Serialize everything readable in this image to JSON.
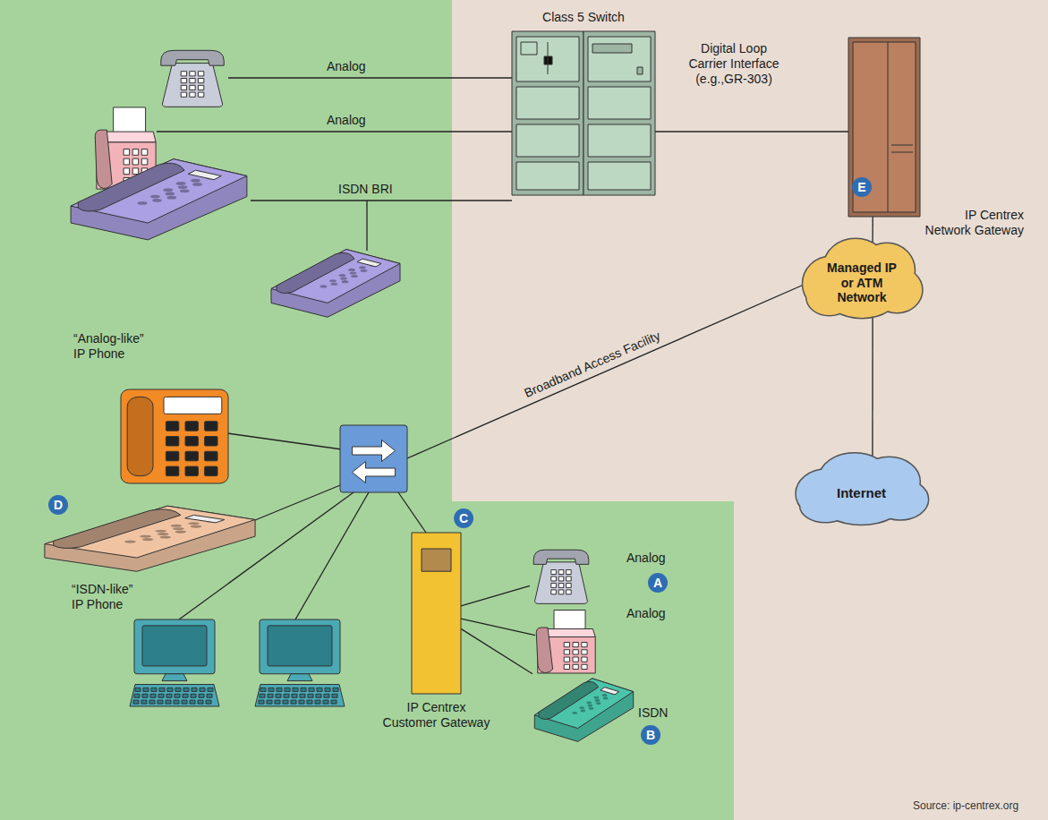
{
  "diagram": {
    "nodes": [
      {
        "text": [
          "Class 5 Switch"
        ]
      },
      {
        "text": [
          "IP Centrex Network Gateway"
        ]
      },
      {
        "text": [
          "“Analog-like” IP Phone"
        ]
      },
      {
        "text": [
          "Managed IP or ATM Network"
        ]
      },
      {
        "text": [
          "“ISDN-like” IP Phone"
        ]
      },
      {
        "text": [
          "Internet"
        ]
      },
      {
        "text": [
          "IP Centrex Customer Gateway"
        ]
      },
      {
        "text": [
          "Analog"
        ]
      },
      {
        "text": [
          "Analog"
        ]
      },
      {
        "text": [
          "ISDN"
        ]
      }
    ],
    "edges": [
      {
        "from": 0,
        "to": 1,
        "arrow": "none",
        "label": "Digital Loop Carrier Interface (e.g.,GR-303)"
      },
      {
        "from": 1,
        "to": 3,
        "arrow": "none"
      },
      {
        "from": 3,
        "to": 5,
        "arrow": "none"
      },
      {
        "from": 6,
        "to": 7,
        "arrow": "none"
      },
      {
        "from": 6,
        "to": 8,
        "arrow": "none"
      },
      {
        "from": 6,
        "to": 9,
        "arrow": "none"
      }
    ],
    "labels": [
      "Analog",
      "Analog",
      "ISDN BRI",
      "E",
      "Broadband Access Facility",
      "D",
      "C",
      "A",
      "B",
      "Source: ip-centrex.org"
    ]
  }
}
